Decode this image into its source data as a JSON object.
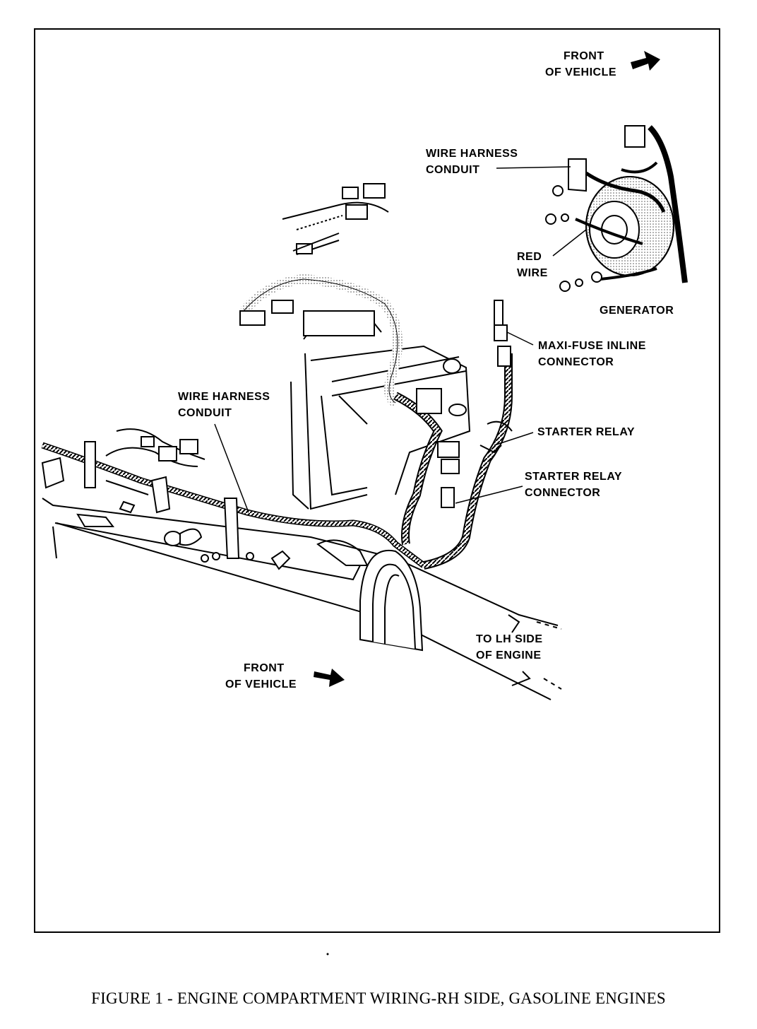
{
  "labels": {
    "front_top": [
      "FRONT",
      "OF VEHICLE"
    ],
    "harness_conduit_top": [
      "WIRE HARNESS",
      "CONDUIT"
    ],
    "red_wire": [
      "RED",
      "WIRE"
    ],
    "generator": "GENERATOR",
    "maxi_fuse": [
      "MAXI-FUSE INLINE",
      "CONNECTOR"
    ],
    "harness_conduit_mid": [
      "WIRE HARNESS",
      "CONDUIT"
    ],
    "starter_relay": "STARTER RELAY",
    "starter_relay_connector": [
      "STARTER RELAY",
      "CONNECTOR"
    ],
    "to_lh_side": [
      "TO LH SIDE",
      "OF ENGINE"
    ],
    "front_bottom": [
      "FRONT",
      "OF VEHICLE"
    ]
  },
  "caption": "FIGURE 1 - ENGINE COMPARTMENT WIRING-RH SIDE, GASOLINE ENGINES"
}
